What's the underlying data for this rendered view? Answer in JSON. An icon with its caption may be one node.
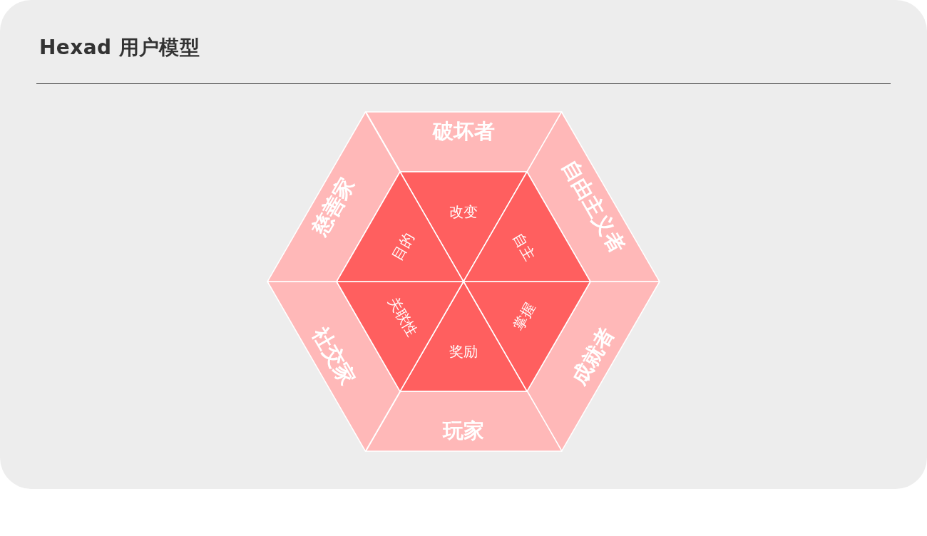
{
  "diagram": {
    "title": "Hexad 用户模型",
    "nodes": [
      {
        "text": [
          "破坏者"
        ]
      },
      {
        "text": [
          "自由主义者"
        ]
      },
      {
        "text": [
          "成就者"
        ]
      },
      {
        "text": [
          "玩家"
        ]
      },
      {
        "text": [
          "社交家"
        ]
      },
      {
        "text": [
          "慈善家"
        ]
      },
      {
        "text": [
          "改变"
        ]
      },
      {
        "text": [
          "自主"
        ]
      },
      {
        "text": [
          "掌握"
        ]
      },
      {
        "text": [
          "奖励"
        ]
      },
      {
        "text": [
          "关联性"
        ]
      },
      {
        "text": [
          "目的"
        ]
      }
    ]
  }
}
